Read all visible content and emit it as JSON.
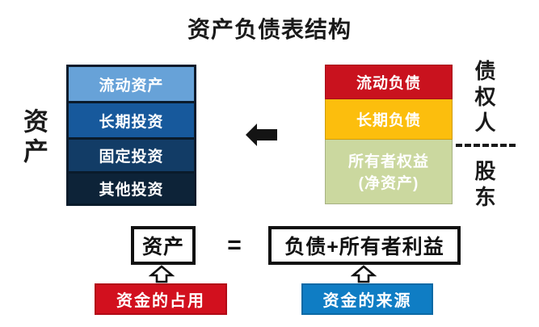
{
  "title": "资产负债表结构",
  "assets_column": {
    "side_label": "资产",
    "segments": [
      {
        "label": "流动资产",
        "color": "#67a2d8"
      },
      {
        "label": "长期投资",
        "color": "#17599c"
      },
      {
        "label": "固定投资",
        "color": "#123c66"
      },
      {
        "label": "其他投资",
        "color": "#0d2338"
      }
    ]
  },
  "liabilities_column": {
    "segments": [
      {
        "label": "流动负债",
        "color": "#c9121e"
      },
      {
        "label": "长期负债",
        "color": "#fcbe0d"
      },
      {
        "label": "所有者权益",
        "label2": "(净资产)",
        "color": "#cbd89f"
      }
    ],
    "creditors_label": "债权人",
    "shareholders_label": "股东"
  },
  "equation": {
    "assets_box": "资产",
    "equals": "=",
    "liabilities_box": "负债+所有者利益"
  },
  "funds": {
    "usage": {
      "label": "资金的占用",
      "color": "#d2101e"
    },
    "source": {
      "label": "资金的来源",
      "color": "#0f7dc4"
    }
  }
}
